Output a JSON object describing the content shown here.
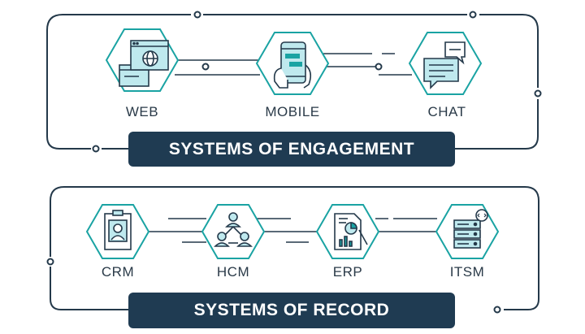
{
  "colors": {
    "navy": "#1f3b52",
    "teal": "#1aa3a3",
    "light_teal": "#bfe9ee",
    "line_dark": "#24394a",
    "white": "#ffffff"
  },
  "engagement": {
    "banner": "SYSTEMS OF ENGAGEMENT",
    "items": [
      {
        "label": "WEB",
        "icon": "web-browser-icon"
      },
      {
        "label": "MOBILE",
        "icon": "mobile-phone-icon"
      },
      {
        "label": "CHAT",
        "icon": "chat-bubbles-icon"
      }
    ]
  },
  "record": {
    "banner": "SYSTEMS OF RECORD",
    "items": [
      {
        "label": "CRM",
        "icon": "contact-card-icon"
      },
      {
        "label": "HCM",
        "icon": "people-network-icon"
      },
      {
        "label": "ERP",
        "icon": "report-document-icon"
      },
      {
        "label": "ITSM",
        "icon": "server-stack-icon"
      }
    ]
  }
}
